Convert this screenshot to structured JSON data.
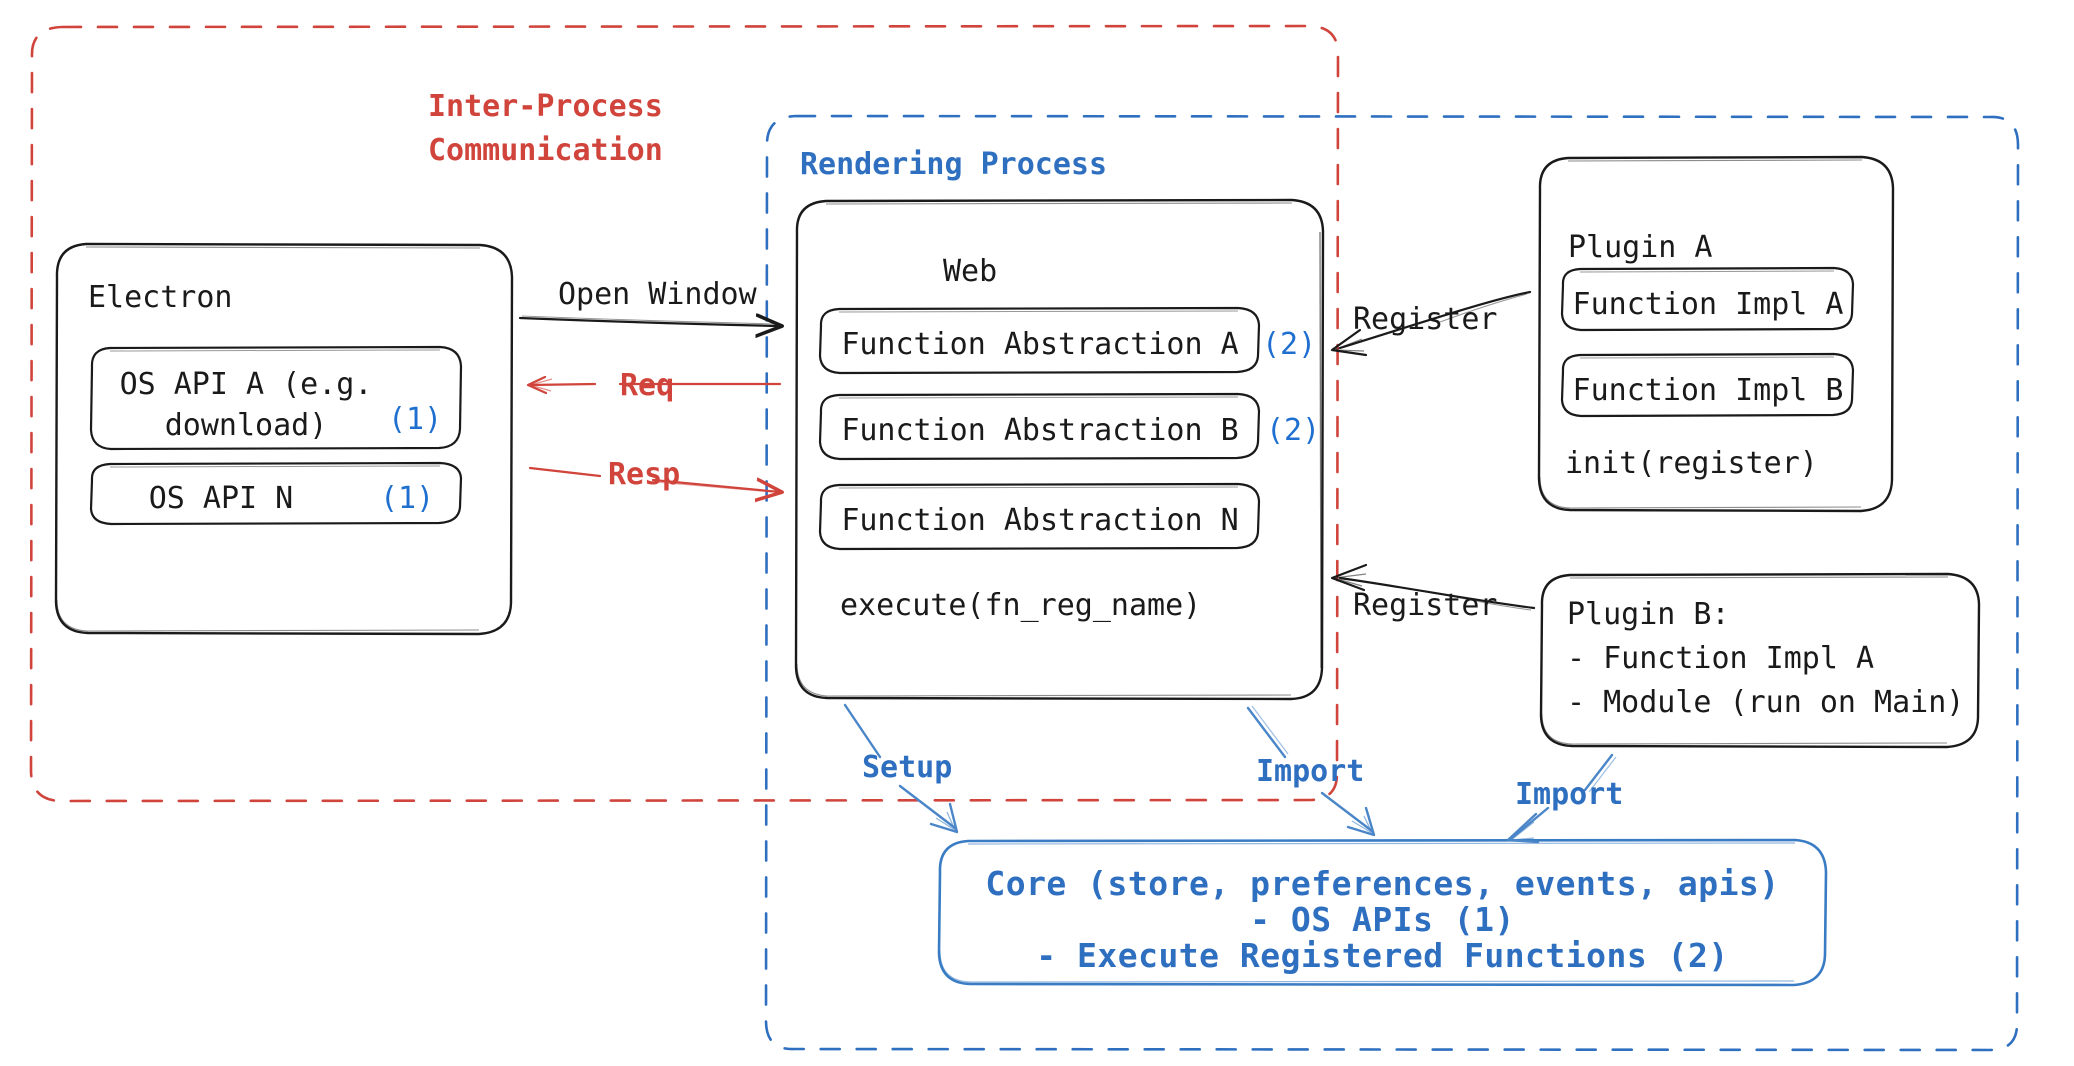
{
  "diagram": {
    "title_hidden": "",
    "groups": {
      "ipc": {
        "label": "Inter-Process\nCommunication",
        "color": "#d0443c",
        "style": "dashed"
      },
      "rendering": {
        "label": "Rendering Process",
        "color": "#2f6fc0",
        "style": "dashed"
      }
    },
    "nodes": {
      "electron": {
        "title": "Electron",
        "children": [
          {
            "text": "OS API A (e.g.\ndownload)",
            "marker": "(1)"
          },
          {
            "text": "OS API N",
            "marker": "(1)"
          }
        ]
      },
      "web": {
        "title": "Web",
        "children": [
          {
            "text": "Function Abstraction A",
            "marker": "(2)"
          },
          {
            "text": "Function Abstraction B",
            "marker": "(2)"
          },
          {
            "text": "Function Abstraction N",
            "marker": ""
          }
        ],
        "footer": "execute(fn_reg_name)"
      },
      "plugin_a": {
        "title": "Plugin A",
        "children": [
          {
            "text": "Function Impl A"
          },
          {
            "text": "Function Impl B"
          }
        ],
        "footer": "init(register)"
      },
      "plugin_b": {
        "lines": [
          "Plugin B:",
          "- Function Impl A",
          "- Module (run on Main)"
        ]
      },
      "core": {
        "lines": [
          "Core (store, preferences, events, apis)",
          "- OS APIs (1)",
          "- Execute Registered Functions (2)"
        ],
        "color": "#2f6fc0"
      }
    },
    "edges": [
      {
        "id": "open-window",
        "label": "Open Window",
        "color": "#1a1a1a"
      },
      {
        "id": "req",
        "label": "Req",
        "color": "#d0443c"
      },
      {
        "id": "resp",
        "label": "Resp",
        "color": "#d0443c"
      },
      {
        "id": "register-a",
        "label": "Register",
        "color": "#1a1a1a"
      },
      {
        "id": "register-b",
        "label": "Register",
        "color": "#1a1a1a"
      },
      {
        "id": "setup",
        "label": "Setup",
        "color": "#2f6fc0"
      },
      {
        "id": "import-web",
        "label": "Import",
        "color": "#2f6fc0"
      },
      {
        "id": "import-plugin",
        "label": "Import",
        "color": "#2f6fc0"
      }
    ],
    "colors": {
      "ink": "#1a1a1a",
      "red": "#d0443c",
      "blue": "#2f6fc0",
      "marker_blue": "#1f6fd0",
      "paper": "#ffffff"
    }
  }
}
